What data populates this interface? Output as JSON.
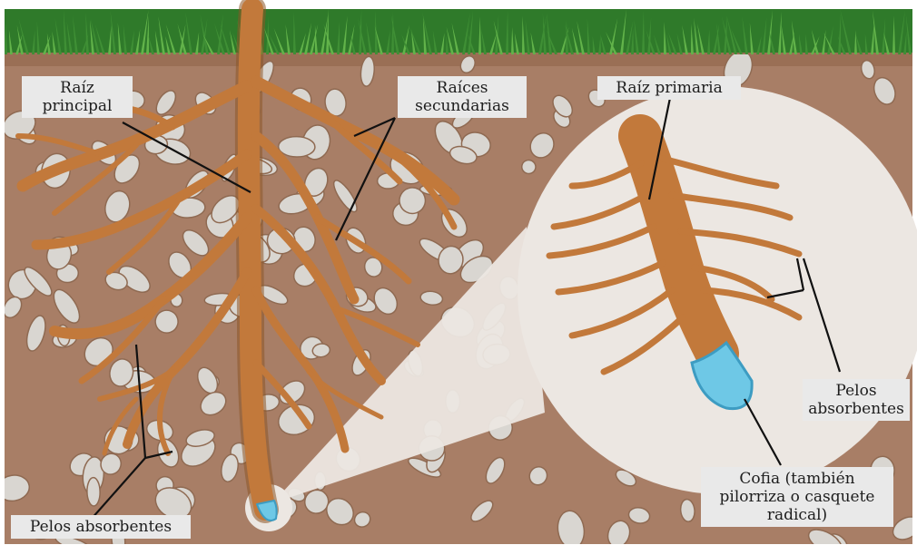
{
  "labels": {
    "raiz_principal": "Raíz\nprincipal",
    "raices_secundarias": "Raíces\nsecundarias",
    "raiz_primaria": "Raíz primaria",
    "pelos_absorbentes_right": "Pelos\nabsorbentes",
    "cofia": "Cofia (también\npilorriza o casquete\nradical)",
    "pelos_absorbentes_left": "Pelos absorbentes"
  },
  "colors": {
    "soil": "#a87e66",
    "grass_dark": "#2f7a2a",
    "grass_light": "#62b34a",
    "root": "#c2793b",
    "root_dark": "#8d5527",
    "pebble": "#d9d6d1",
    "callout": "#ece7e2",
    "cap": "#6ec8e6",
    "leader": "#111111"
  }
}
